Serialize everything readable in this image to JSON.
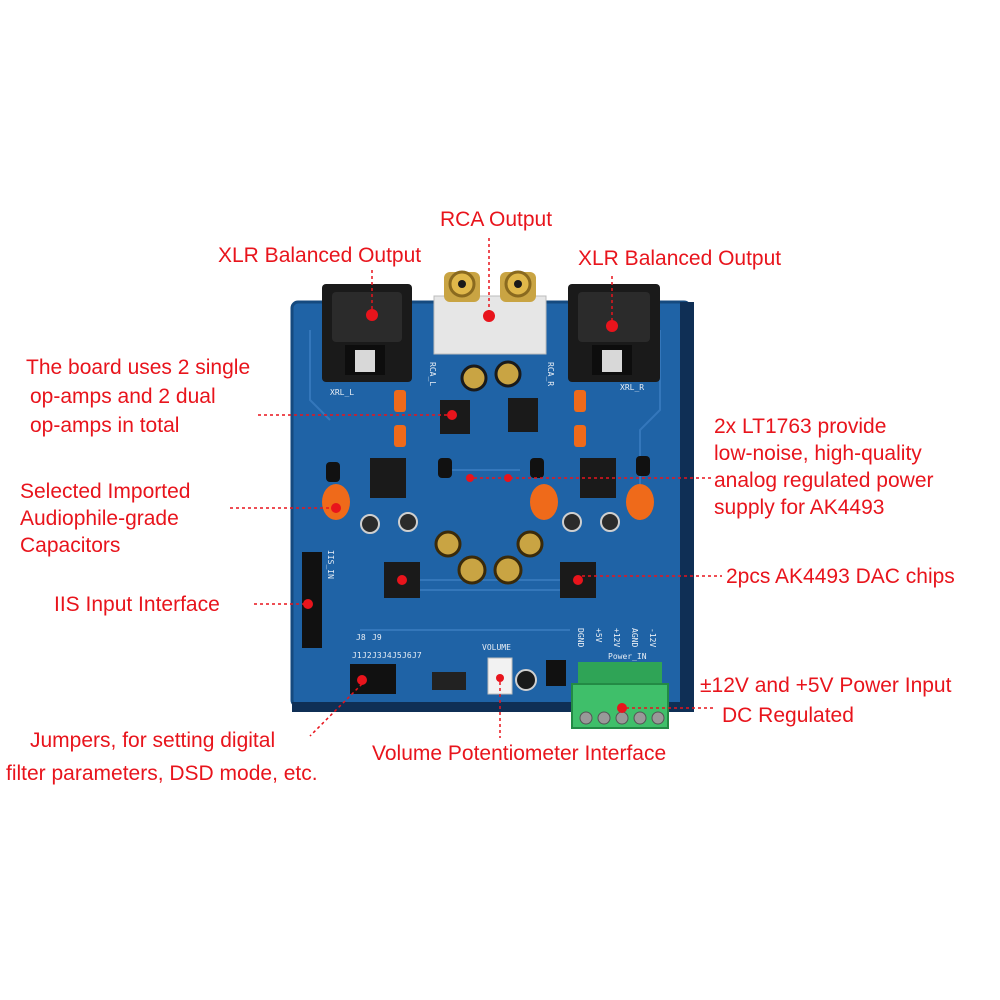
{
  "labels": {
    "rca_output": "RCA Output",
    "xlr_left": "XLR Balanced Output",
    "xlr_right": "XLR Balanced Output",
    "opamps": [
      "The board uses 2 single",
      "op-amps and 2 dual",
      "op-amps in total"
    ],
    "lt1763": [
      "2x LT1763 provide",
      "low-noise, high-quality",
      "analog regulated power",
      "supply for AK4493"
    ],
    "capacitors": [
      "Selected Imported",
      "Audiophile-grade",
      "Capacitors"
    ],
    "iis": "IIS Input Interface",
    "dac": "2pcs AK4493 DAC chips",
    "power": [
      "±12V and +5V Power Input",
      "DC Regulated"
    ],
    "jumpers": [
      "Jumpers, for setting digital",
      "filter parameters, DSD mode, etc."
    ],
    "volume_interface": "Volume Potentiometer Interface"
  },
  "silkscreen": {
    "xrl_l": "XRL_L",
    "xrl_r": "XRL_R",
    "rca_l": "RCA_L",
    "rca_r": "RCA_R",
    "iis_in": "IIS_IN",
    "volume": "VOLUME",
    "power_in": "Power_IN",
    "pins": [
      "DGND",
      "+5V",
      "+12V",
      "AGND",
      "-12V"
    ],
    "jumpers": [
      "J1",
      "J2",
      "J3",
      "J4",
      "J5",
      "J6",
      "J7",
      "J8",
      "J9"
    ]
  },
  "colors": {
    "annotation": "#e8141c",
    "pcb": "#1f63a6",
    "terminal": "#3fbf6a"
  }
}
